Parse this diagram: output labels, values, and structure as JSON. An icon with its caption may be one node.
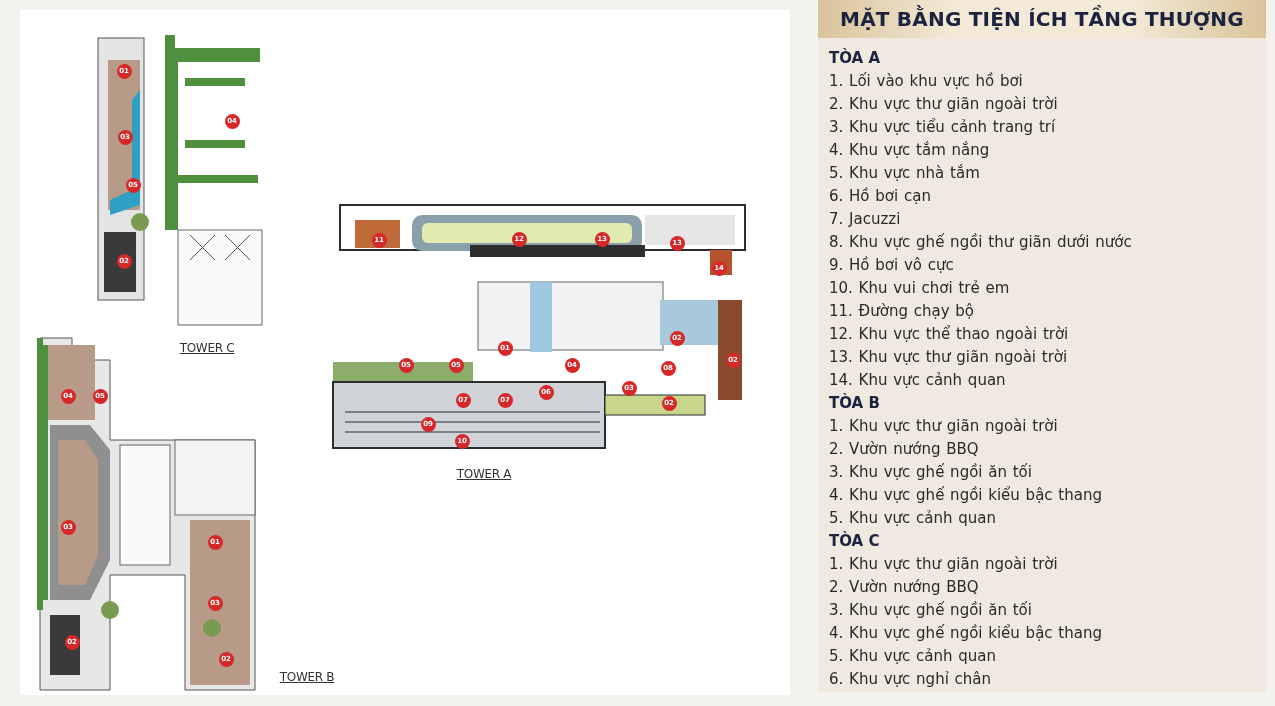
{
  "diagram": {
    "title": "MẶT BẰNG TIỆN ÍCH TẦNG THƯỢNG",
    "labels": [
      "01",
      "04",
      "03",
      "05",
      "02",
      "TOWER C",
      "11",
      "12",
      "13",
      "13",
      "14",
      "02",
      "01",
      "05",
      "05",
      "04",
      "08",
      "02",
      "03",
      "07",
      "07",
      "06",
      "02",
      "09",
      "10",
      "TOWER A",
      "04",
      "05",
      "03",
      "01",
      "03",
      "02",
      "02",
      "TOWER B",
      "TÒA A",
      "1. Lối vào khu vực hồ bơi",
      "2. Khu vực thư giãn ngoài trời",
      "3. Khu vực tiểu cảnh trang trí",
      "4. Khu vực tắm nắng",
      "5. Khu vực nhà tắm",
      "6. Hồ bơi cạn",
      "7. Jacuzzi",
      "8. Khu vực ghế ngồi thư giãn dưới nước",
      "9. Hồ bơi vô cực",
      "10. Khu vui chơi trẻ em",
      "11. Đường chạy bộ",
      "12. Khu vực thể thao ngoài trời",
      "13. Khu vực thư giãn ngoài trời",
      "14. Khu vực cảnh quan",
      "TÒA B",
      "1. Khu vực thư giãn ngoài trời",
      "2. Vườn nướng BBQ",
      "3. Khu vực ghế ngồi ăn tối",
      "4. Khu vực ghế ngồi kiểu bậc thang",
      "5. Khu vực cảnh quan",
      "TÒA C",
      "1. Khu vực thư giãn ngoài trời",
      "2. Vườn nướng BBQ",
      "3. Khu vực ghế ngồi ăn tối",
      "4. Khu vực ghế ngồi kiểu bậc thang",
      "5. Khu vực cảnh quan",
      "6. Khu vực nghỉ chân"
    ]
  }
}
